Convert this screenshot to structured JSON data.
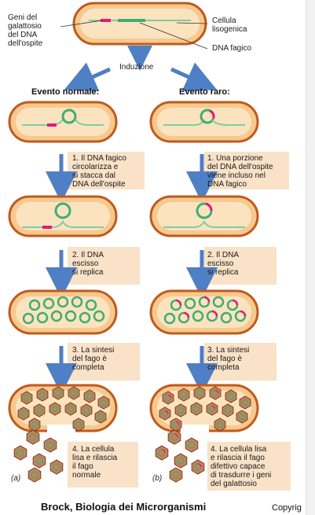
{
  "colors": {
    "cell_fill": "#f6c98e",
    "cell_inner": "#fbe3c0",
    "cell_stroke": "#c05a1e",
    "dna": "#7dcea0",
    "gal": "#e6197a",
    "arrow": "#4f7fc4",
    "step_bg": "#f9e2c8",
    "virion": "#c9805a"
  },
  "labels": {
    "geni": [
      "Geni del",
      "galattosio",
      "del DNA",
      "dell'ospite"
    ],
    "cellula": [
      "Cellula",
      "lisogenica"
    ],
    "dna_fagico": "DNA fagico",
    "induzione": "Induzione"
  },
  "columns": {
    "normal": "Evento normale:",
    "rare": "Evento raro:"
  },
  "steps_normal": [
    [
      "1. Il DNA fagico",
      "circolarizza e",
      "si stacca dal",
      "DNA dell'ospite"
    ],
    [
      "2. Il DNA",
      "escisso",
      "si replica"
    ],
    [
      "3. La sintesi",
      "del fago è",
      "completa"
    ],
    [
      "4. La cellula",
      "lisa e rilascia",
      "il fago",
      "normale"
    ]
  ],
  "steps_rare": [
    [
      "1. Una porzione",
      "del DNA dell'ospite",
      "viene incluso nel",
      "DNA fagico"
    ],
    [
      "2. Il DNA",
      "escisso",
      "si replica"
    ],
    [
      "3. La sintesi",
      "del fago è",
      "completa"
    ],
    [
      "4. La cellula lisa",
      "e rilascia il fago",
      "difettivo capace",
      "di trasdurre i geni",
      "del galattosio"
    ]
  ],
  "panel_labels": {
    "a": "(a)",
    "b": "(b)"
  },
  "footer": "Brock, Biologia dei Microrganismi",
  "copyright": "Copyrig"
}
